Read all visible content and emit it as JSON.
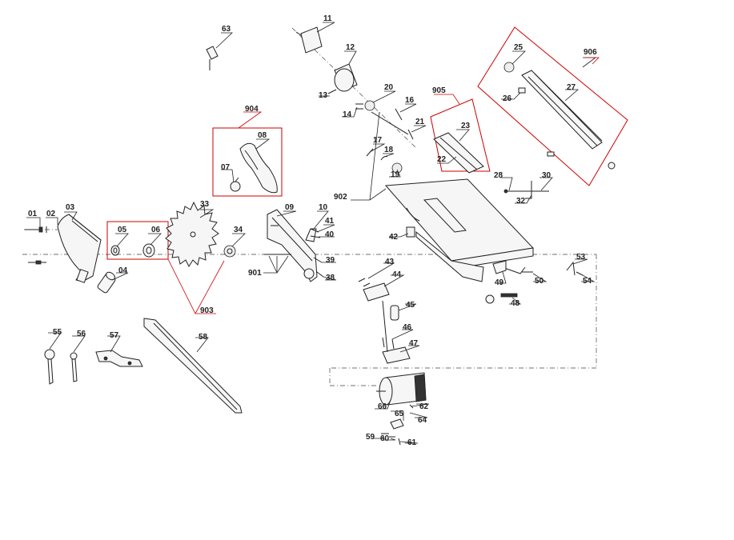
{
  "diagram": {
    "labels": [
      "01",
      "02",
      "03",
      "04",
      "05",
      "06",
      "07",
      "08",
      "09",
      "10",
      "11",
      "12",
      "13",
      "14",
      "16",
      "17",
      "18",
      "19",
      "20",
      "21",
      "22",
      "23",
      "25",
      "26",
      "27",
      "28",
      "30",
      "32",
      "33",
      "34",
      "38",
      "39",
      "40",
      "41",
      "42",
      "43",
      "44",
      "45",
      "46",
      "47",
      "48",
      "49",
      "50",
      "53",
      "54",
      "55",
      "56",
      "57",
      "58",
      "59",
      "60",
      "61",
      "62",
      "63",
      "64",
      "65",
      "66"
    ],
    "groups": [
      "901",
      "902",
      "903",
      "904",
      "905",
      "906"
    ]
  }
}
